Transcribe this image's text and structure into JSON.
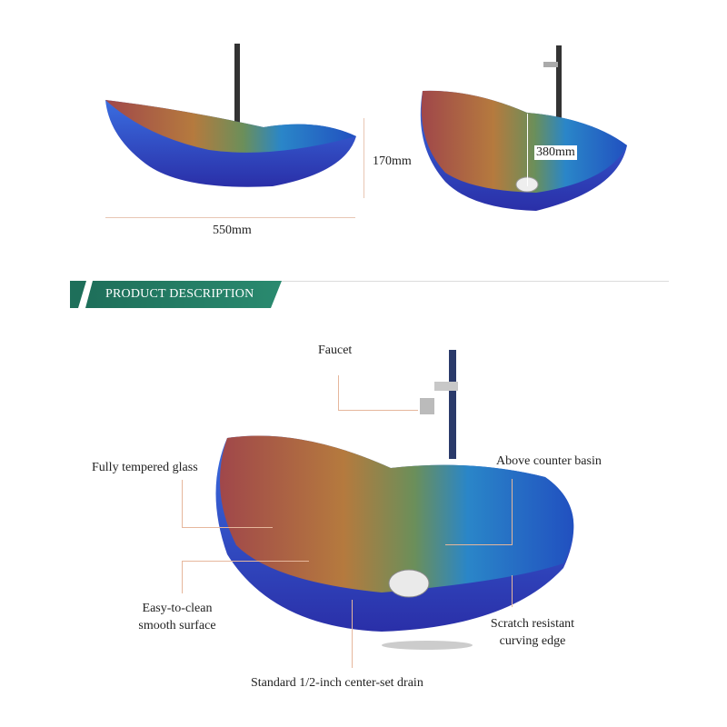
{
  "dimensions": {
    "width_label": "550mm",
    "height_label": "170mm",
    "depth_label": "380mm"
  },
  "section_header": {
    "title": "PRODUCT DESCRIPTION",
    "accent_color": "#1e6f5a"
  },
  "callouts": {
    "faucet": "Faucet",
    "fully_tempered_glass": "Fully tempered glass",
    "above_counter_basin": "Above counter basin",
    "easy_to_clean_line1": "Easy-to-clean",
    "easy_to_clean_line2": "smooth surface",
    "scratch_resistant_line1": "Scratch resistant",
    "scratch_resistant_line2": "curving edge",
    "drain": "Standard 1/2-inch center-set drain"
  }
}
